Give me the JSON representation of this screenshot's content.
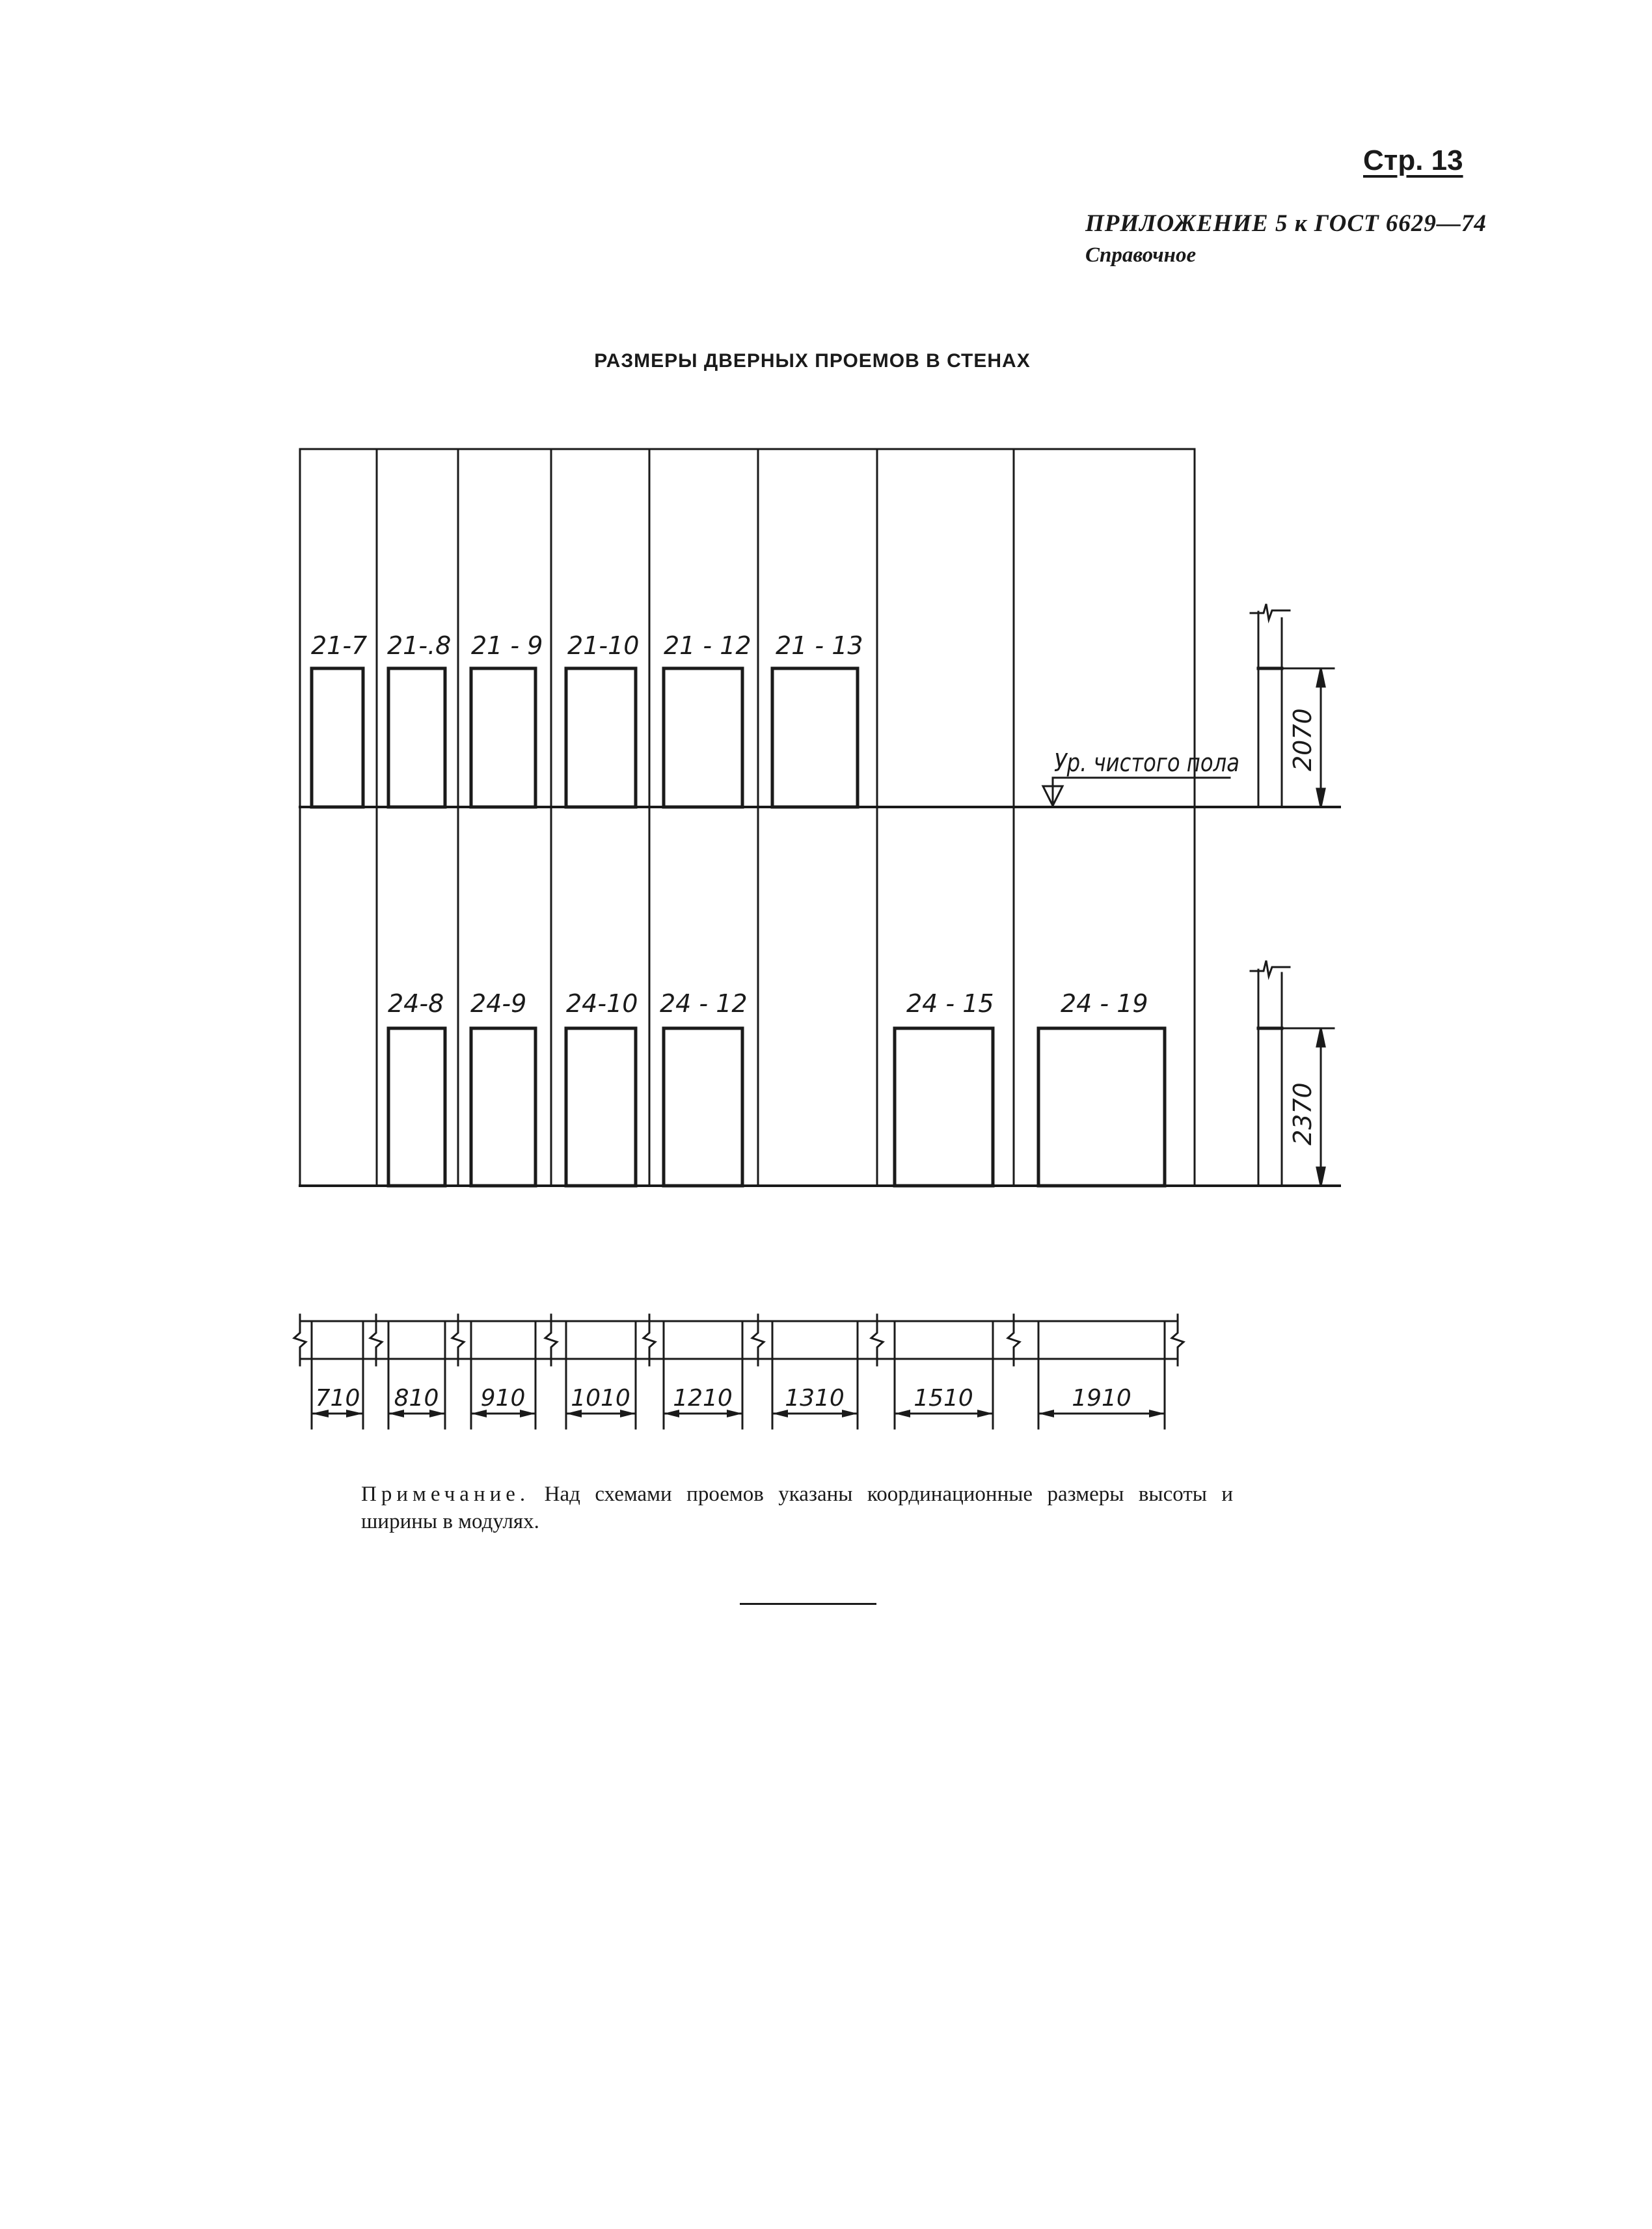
{
  "header": {
    "page_number": "Стр. 13",
    "appendix_title": "ПРИЛОЖЕНИЕ 5 к ГОСТ 6629—74",
    "appendix_type": "Справочное"
  },
  "title": "РАЗМЕРЫ ДВЕРНЫХ ПРОЕМОВ В СТЕНАХ",
  "drawing": {
    "row1_openings": [
      "21-7",
      "21-.8",
      "21 - 9",
      "21-10",
      "21 - 12",
      "21 - 13"
    ],
    "row2_openings": [
      "24-8",
      "24-9",
      "24-10",
      "24 - 12",
      "24 - 15",
      "24 - 19"
    ],
    "floor_level_label": "Ур. чистого пола",
    "height_dims": [
      "2070",
      "2370"
    ],
    "width_dims": [
      "710",
      "810",
      "910",
      "1010",
      "1210",
      "1310",
      "1510",
      "1910"
    ]
  },
  "note": {
    "lead": "Примечание.",
    "text": "Над схемами проемов указаны координационные размеры высоты и ширины в модулях."
  }
}
